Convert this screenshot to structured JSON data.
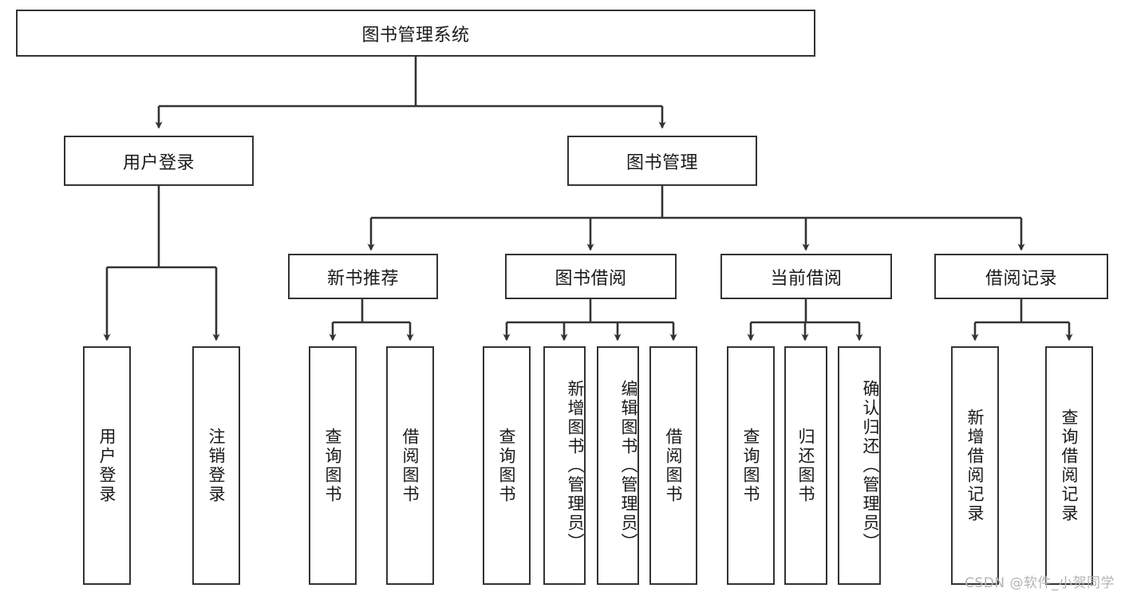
{
  "diagram": {
    "title": "图书管理系统",
    "watermark": "CSDN @软件_小贺同学",
    "colors": {
      "box_border": "#333333",
      "box_fill": "#ffffff",
      "connector": "#333333",
      "text": "#1a1a1a",
      "watermark": "#b4b4b4",
      "background": "#ffffff"
    },
    "root": {
      "label": "图书管理系统"
    },
    "level2": [
      {
        "label": "用户登录"
      },
      {
        "label": "图书管理"
      }
    ],
    "level3": [
      {
        "label": "新书推荐"
      },
      {
        "label": "图书借阅"
      },
      {
        "label": "当前借阅"
      },
      {
        "label": "借阅记录"
      }
    ],
    "leaves": {
      "user_login": [
        {
          "label": "用户登录"
        },
        {
          "label": "注销登录"
        }
      ],
      "new_book_recommend": [
        {
          "label": "查询图书"
        },
        {
          "label": "借阅图书"
        }
      ],
      "book_borrow": [
        {
          "label": "查询图书"
        },
        {
          "label": "新增图书（管理员）"
        },
        {
          "label": "编辑图书（管理员）"
        },
        {
          "label": "借阅图书"
        }
      ],
      "current_borrow": [
        {
          "label": "查询图书"
        },
        {
          "label": "归还图书"
        },
        {
          "label": "确认归还（管理员）"
        }
      ],
      "borrow_record": [
        {
          "label": "新增借阅记录"
        },
        {
          "label": "查询借阅记录"
        }
      ]
    }
  }
}
